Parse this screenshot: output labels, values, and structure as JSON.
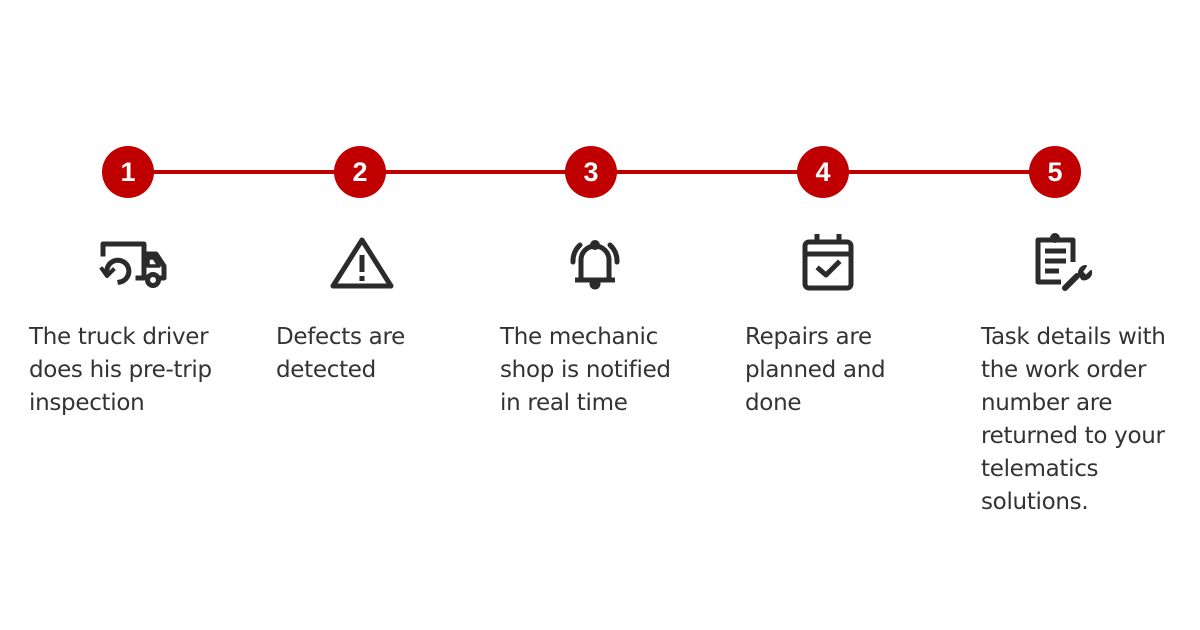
{
  "process": {
    "accent_color": "#c00000",
    "steps": [
      {
        "number": "1",
        "icon": "truck-rotate-icon",
        "text": "The truck driver does his pre-trip inspection",
        "lines": [
          "The truck driver",
          "does his pre-trip",
          "inspection"
        ]
      },
      {
        "number": "2",
        "icon": "warning-triangle-icon",
        "text": "Defects are detected",
        "lines": [
          "Defects are",
          "detected"
        ]
      },
      {
        "number": "3",
        "icon": "bell-ringing-icon",
        "text": "The mechanic shop is notified in real time",
        "lines": [
          "The mechanic",
          "shop is notified",
          "in real time"
        ]
      },
      {
        "number": "4",
        "icon": "calendar-check-icon",
        "text": "Repairs are planned and done",
        "lines": [
          "Repairs are",
          "planned and",
          "done"
        ]
      },
      {
        "number": "5",
        "icon": "clipboard-wrench-icon",
        "text": "Task details with the work order number are returned to your telematics solutions.",
        "lines": [
          "Task details with",
          "the work order",
          "number are",
          "returned to your",
          "telematics",
          "solutions."
        ]
      }
    ]
  }
}
